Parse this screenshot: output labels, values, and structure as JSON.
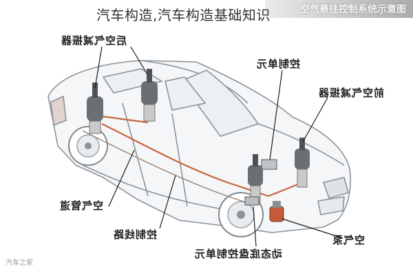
{
  "page": {
    "title": "汽车构造,汽车构造基础知识",
    "corner_banner": "空气悬挂控制系统示意图"
  },
  "diagram": {
    "labels": {
      "rear_air_spring": "后空气减振器",
      "control_unit": "控制单元",
      "front_air_spring": "前空气减振器",
      "air_pipe": "空气管道",
      "control_line": "控制线路",
      "air_pump": "空气泵",
      "dynamic_chassis_control_unit": "动态底盘控制单元"
    }
  },
  "watermark": "汽车之家",
  "colors": {
    "line": "#1a1a1a",
    "car_outline": "#8a939b",
    "pipe": "#c7663e",
    "strut": "#555555"
  }
}
